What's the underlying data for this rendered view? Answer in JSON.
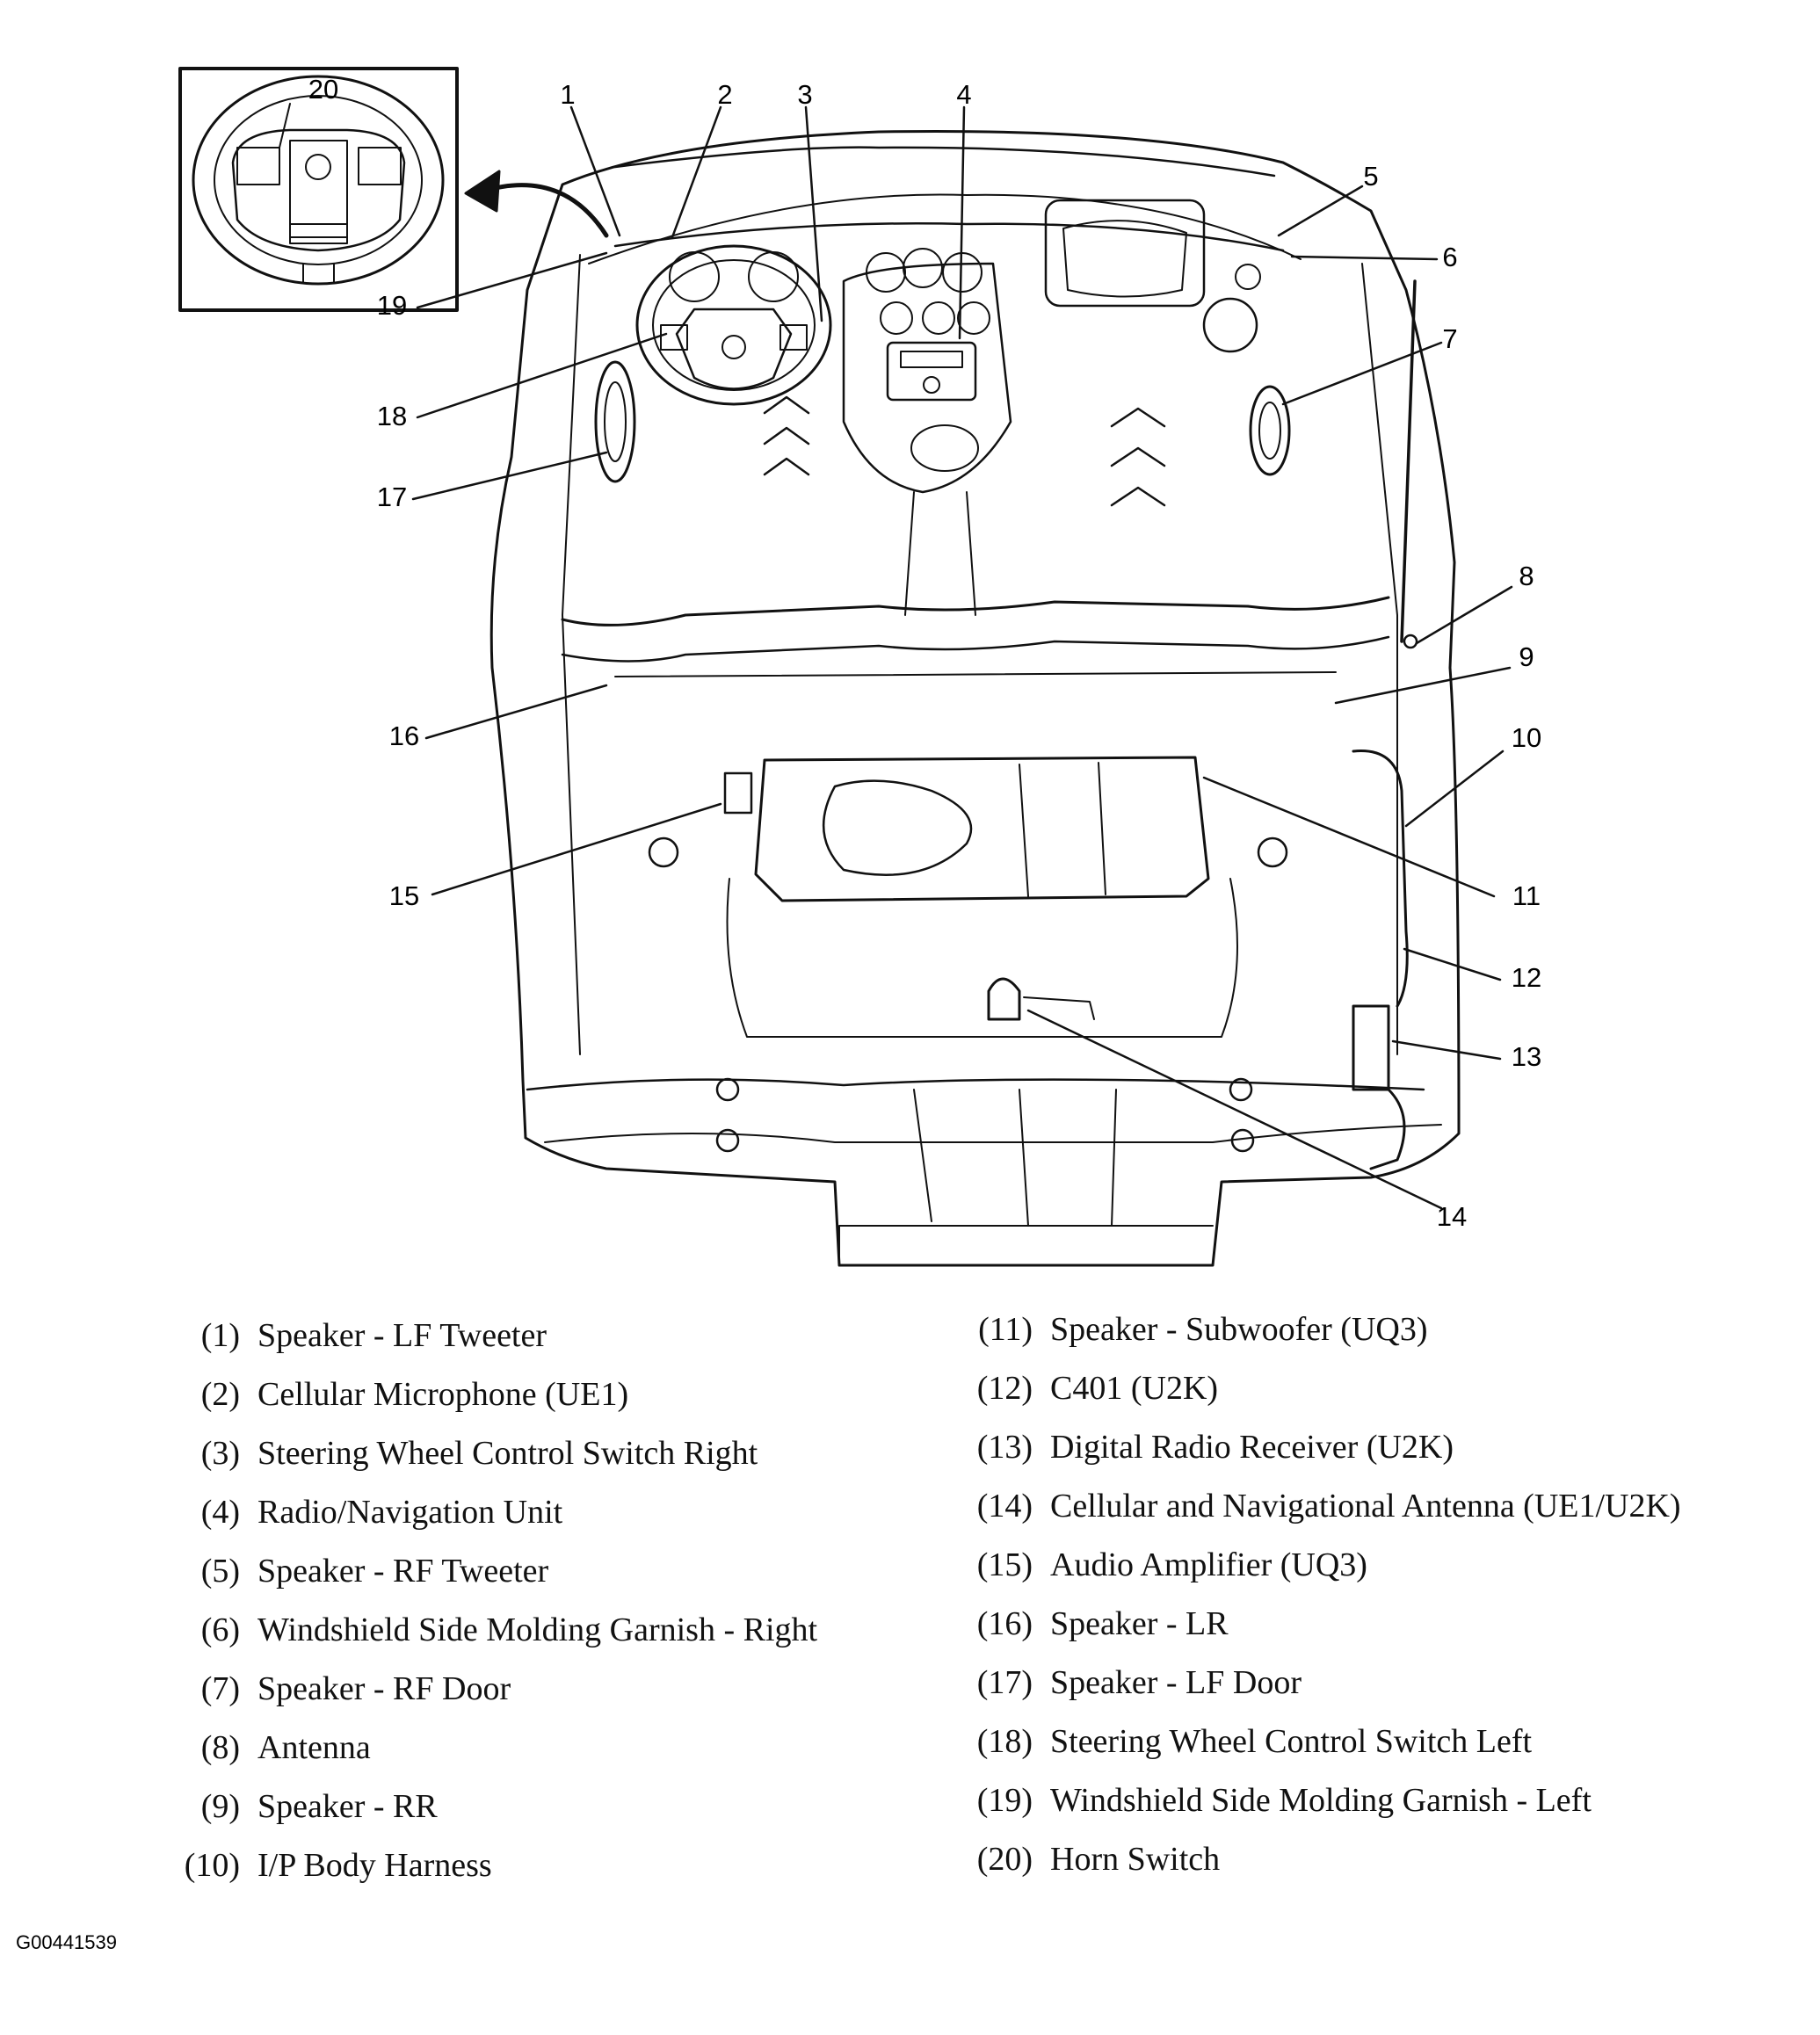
{
  "figure_id": "G00441539",
  "inset": {
    "callout": "20"
  },
  "callouts": [
    "1",
    "2",
    "3",
    "4",
    "5",
    "6",
    "7",
    "8",
    "9",
    "10",
    "11",
    "12",
    "13",
    "14",
    "15",
    "16",
    "17",
    "18",
    "19"
  ],
  "legend_left": [
    {
      "num": "(1)",
      "label": "Speaker - LF Tweeter"
    },
    {
      "num": "(2)",
      "label": "Cellular Microphone (UE1)"
    },
    {
      "num": "(3)",
      "label": "Steering Wheel Control Switch Right"
    },
    {
      "num": "(4)",
      "label": "Radio/Navigation Unit"
    },
    {
      "num": "(5)",
      "label": "Speaker - RF Tweeter"
    },
    {
      "num": "(6)",
      "label": "Windshield Side Molding Garnish - Right"
    },
    {
      "num": "(7)",
      "label": "Speaker - RF Door"
    },
    {
      "num": "(8)",
      "label": "Antenna"
    },
    {
      "num": "(9)",
      "label": "Speaker - RR"
    },
    {
      "num": "(10)",
      "label": "I/P Body Harness"
    }
  ],
  "legend_right": [
    {
      "num": "(11)",
      "label": "Speaker - Subwoofer (UQ3)"
    },
    {
      "num": "(12)",
      "label": "C401 (U2K)"
    },
    {
      "num": "(13)",
      "label": "Digital Radio Receiver (U2K)"
    },
    {
      "num": "(14)",
      "label": "Cellular and Navigational Antenna (UE1/U2K)"
    },
    {
      "num": "(15)",
      "label": "Audio Amplifier (UQ3)"
    },
    {
      "num": "(16)",
      "label": "Speaker - LR"
    },
    {
      "num": "(17)",
      "label": "Speaker - LF Door"
    },
    {
      "num": "(18)",
      "label": "Steering Wheel Control Switch Left"
    },
    {
      "num": "(19)",
      "label": "Windshield Side Molding Garnish - Left"
    },
    {
      "num": "(20)",
      "label": "Horn Switch"
    }
  ]
}
